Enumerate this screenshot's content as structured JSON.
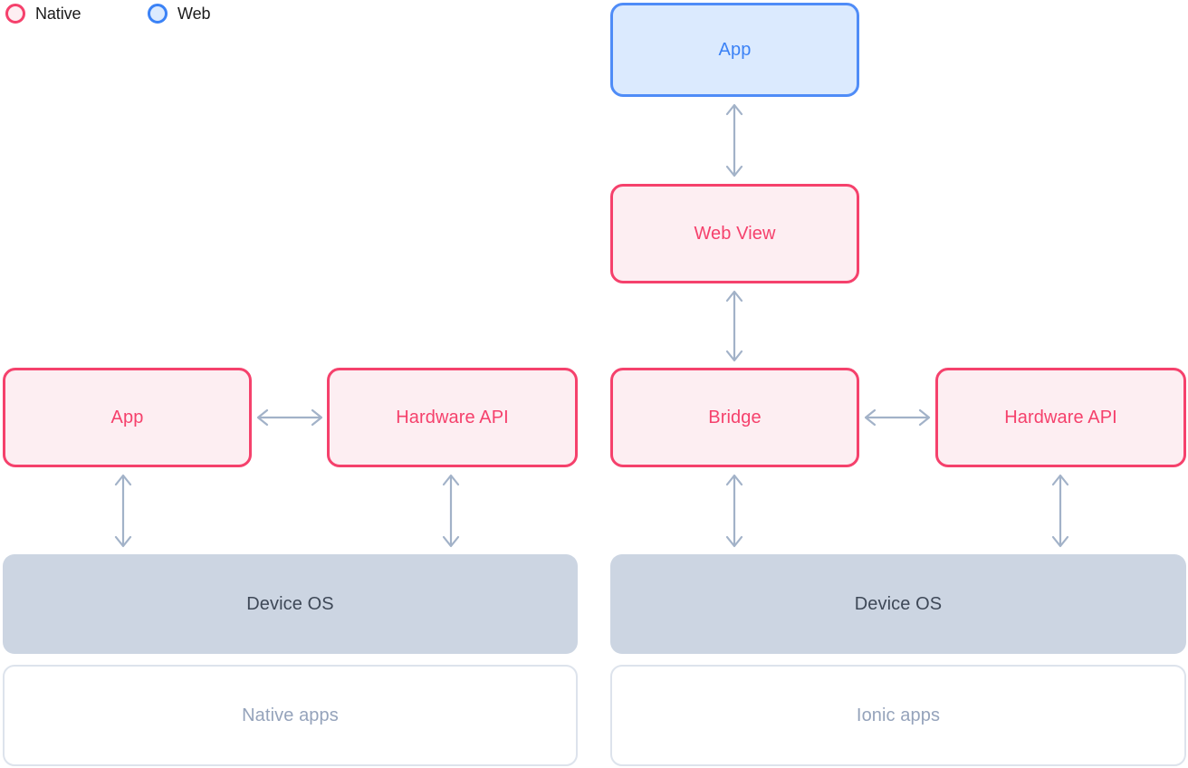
{
  "legend": {
    "items": [
      {
        "label": "Native",
        "icon": "circle-outline-icon",
        "stroke": "#f5416c",
        "fill": "#fdeef2"
      },
      {
        "label": "Web",
        "icon": "circle-outline-icon",
        "stroke": "#3b82f6",
        "fill": "#dbeafe"
      }
    ]
  },
  "diagram": {
    "title_native_column": "Native apps",
    "title_ionic_column": "Ionic apps",
    "nodes": {
      "web_app": "App",
      "web_view": "Web View",
      "native_app": "App",
      "native_hardware_api": "Hardware API",
      "bridge": "Bridge",
      "ionic_hardware_api": "Hardware API",
      "native_device_os": "Device OS",
      "ionic_device_os": "Device OS"
    }
  },
  "colors": {
    "native_stroke": "#f5416c",
    "native_fill": "#fdeef2",
    "web_stroke": "#4f8cf7",
    "web_fill": "#dbeafe",
    "web_text": "#3b82f6",
    "os_fill": "#ccd5e2",
    "os_text": "#3e4857",
    "platform_border": "#dde3ec",
    "platform_text": "#95a3bb",
    "arrow": "#a2b2c8",
    "legend_text": "#1b1b1b"
  }
}
